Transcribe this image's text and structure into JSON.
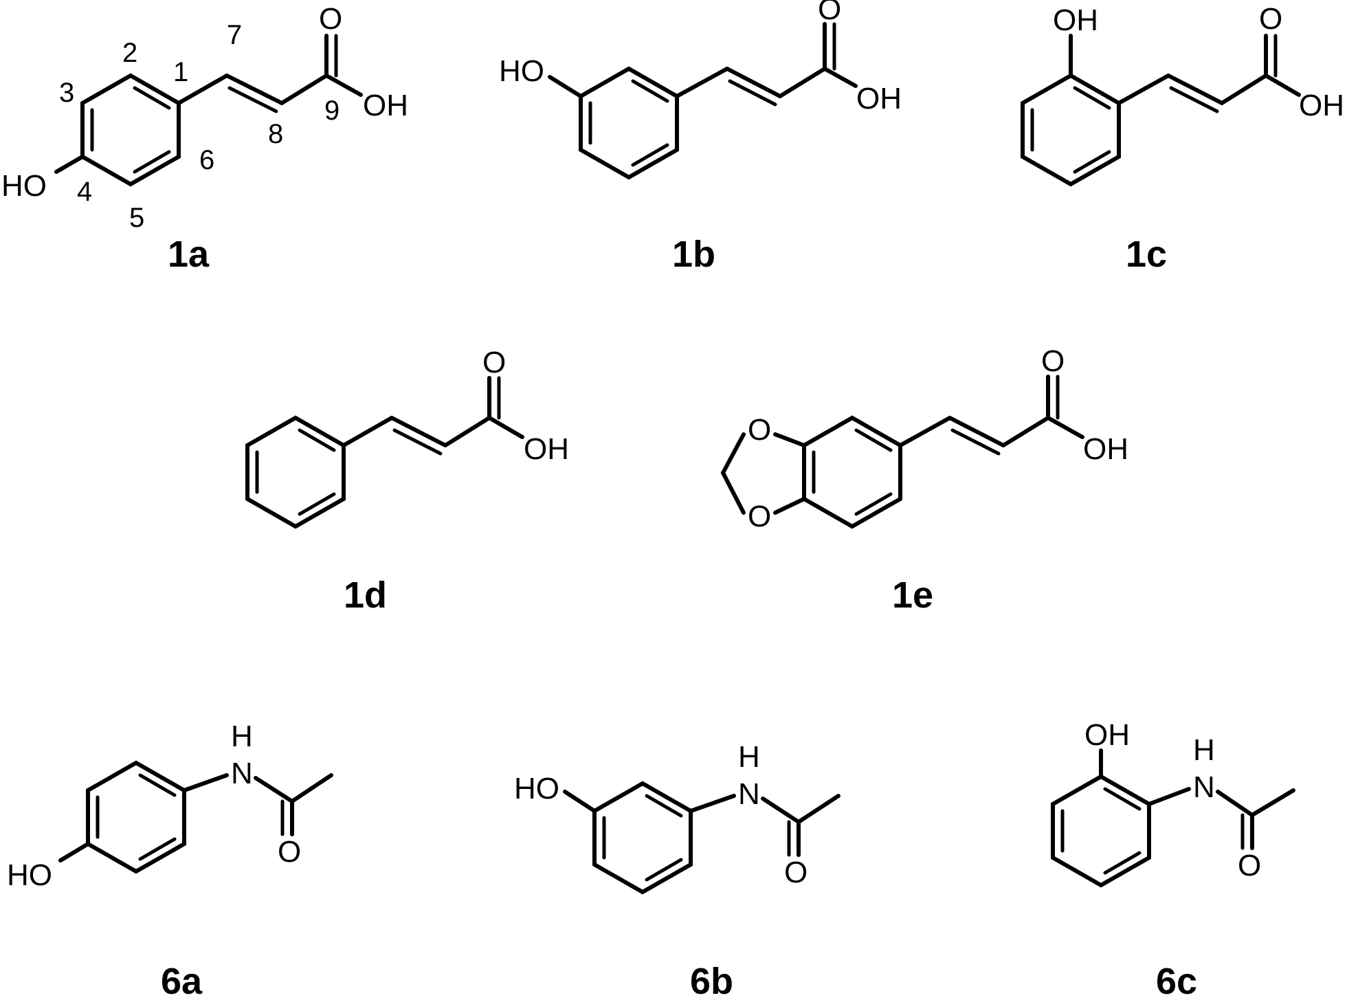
{
  "compounds": [
    {
      "id": "1a",
      "label": "1a"
    },
    {
      "id": "1b",
      "label": "1b"
    },
    {
      "id": "1c",
      "label": "1c"
    },
    {
      "id": "1d",
      "label": "1d"
    },
    {
      "id": "1e",
      "label": "1e"
    },
    {
      "id": "6a",
      "label": "6a"
    },
    {
      "id": "6b",
      "label": "6b"
    },
    {
      "id": "6c",
      "label": "6c"
    }
  ],
  "atoms": {
    "oh": "OH",
    "ho": "HO",
    "o": "O",
    "h": "H",
    "n": "N"
  },
  "numbering": [
    "1",
    "2",
    "3",
    "4",
    "5",
    "6",
    "7",
    "8",
    "9"
  ]
}
